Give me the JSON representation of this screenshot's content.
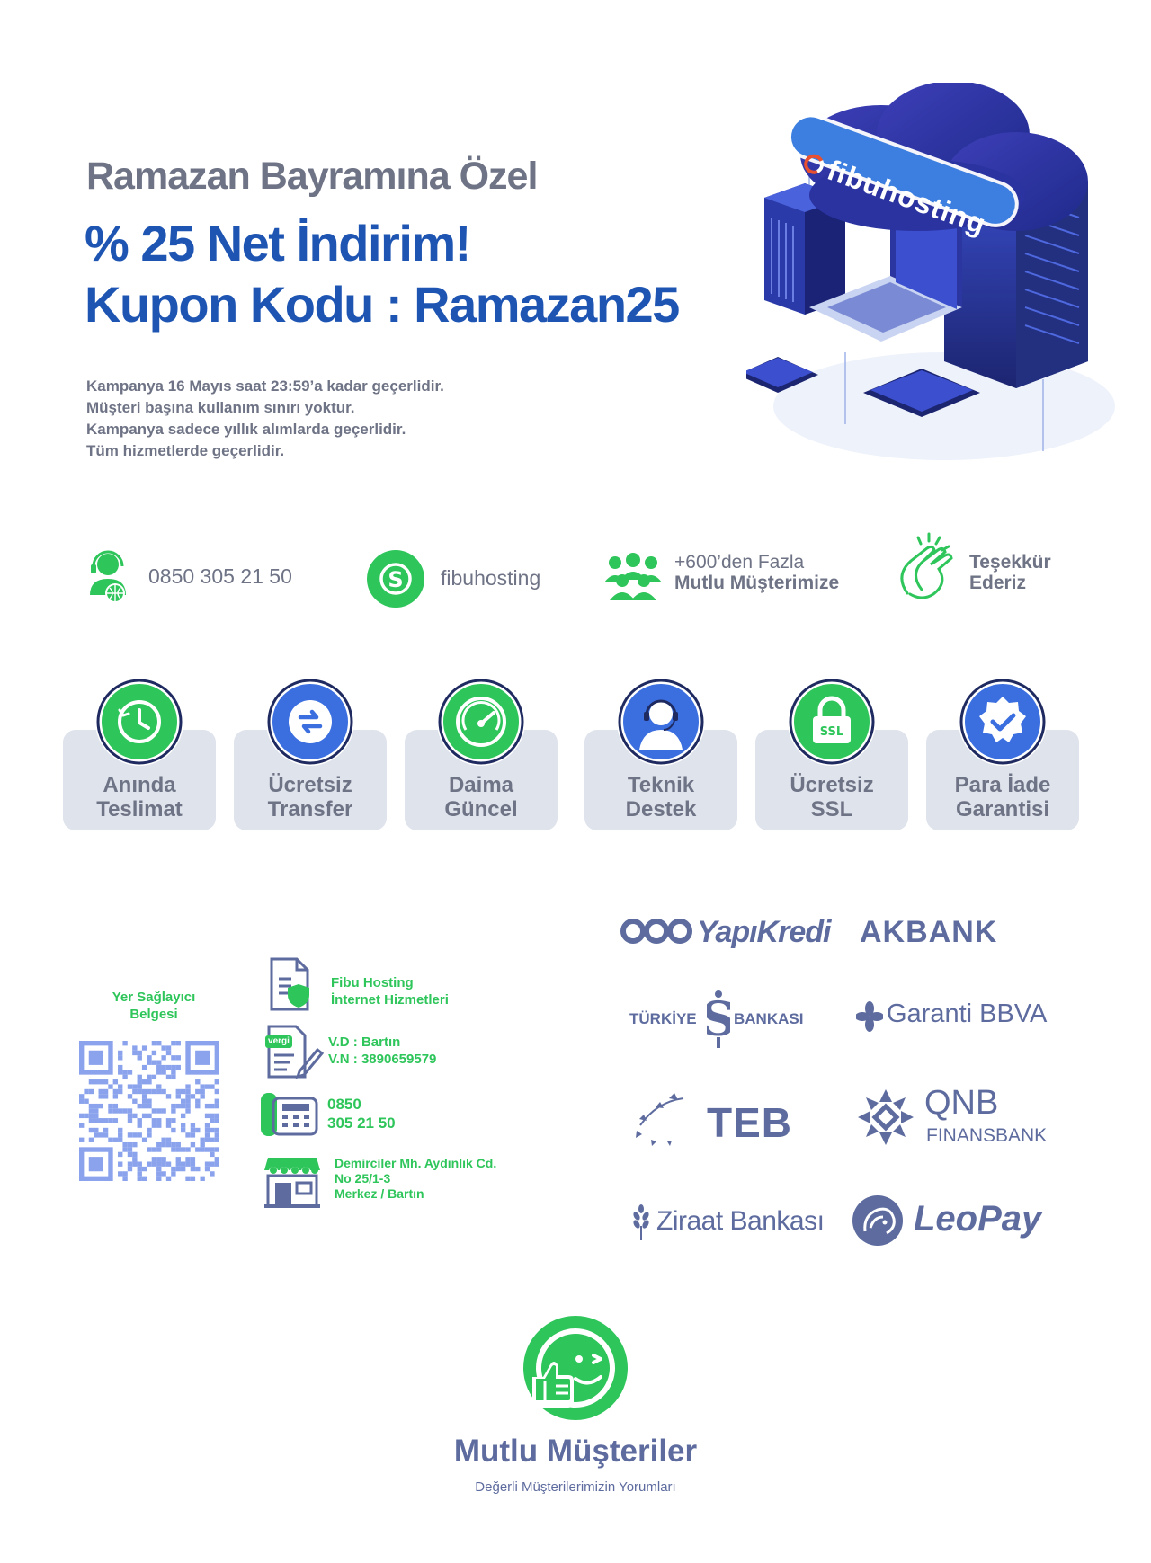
{
  "hero": {
    "subtitle": "Ramazan Bayramına Özel",
    "discount": "% 25  Net İndirim!",
    "coupon": "Kupon Kodu : Ramazan25"
  },
  "terms": [
    "Kampanya 16 Mayıs saat 23:59’a kadar geçerlidir.",
    "Müşteri başına kullanım sınırı yoktur.",
    "Kampanya sadece yıllık alımlarda geçerlidir.",
    "Tüm hizmetlerde geçerlidir."
  ],
  "brand": {
    "logo_text": "fibuhosting"
  },
  "contact": {
    "phone": "0850 305 21 50",
    "skype": "fibuhosting",
    "customers_line1": "+600’den Fazla",
    "customers_line2": "Mutlu Müşterimize",
    "thanks_line1": "Teşekkür",
    "thanks_line2": "Ederiz"
  },
  "features": [
    {
      "line1": "Anında",
      "line2": "Teslimat",
      "icon": "clock-icon"
    },
    {
      "line1": "Ücretsiz",
      "line2": "Transfer",
      "icon": "transfer-arrows-icon"
    },
    {
      "line1": "Daima",
      "line2": "Güncel",
      "icon": "speedometer-icon"
    },
    {
      "line1": "Teknik",
      "line2": "Destek",
      "icon": "support-agent-icon"
    },
    {
      "line1": "Ücretsiz",
      "line2": "SSL",
      "icon": "ssl-lock-icon"
    },
    {
      "line1": "Para İade",
      "line2": "Garantisi",
      "icon": "check-badge-icon"
    }
  ],
  "provider": {
    "line1": "Yer Sağlayıcı",
    "line2": "Belgesi"
  },
  "business": {
    "company_line1": "Fibu Hosting",
    "company_line2": "İnternet Hizmetleri",
    "vergi_badge": "vergi",
    "tax_office": "V.D : Bartın",
    "tax_number": "V.N : 3890659579",
    "phone_line1": "0850",
    "phone_line2": "305 21 50",
    "address_line1": "Demirciler Mh. Aydınlık Cd.",
    "address_line2": "No 25/1-3",
    "address_line3": "Merkez / Bartın"
  },
  "banks": {
    "yapikredi": "YapıKredi",
    "akbank": "AKBANK",
    "isbank_left": "TÜRKİYE",
    "isbank_right": "BANKASI",
    "garanti": "Garanti BBVA",
    "teb": "TEB",
    "qnb_line1": "QNB",
    "qnb_line2": "FINANSBANK",
    "ziraat": "Ziraat Bankası",
    "leopay": "LeoPay"
  },
  "footer": {
    "title": "Mutlu Müşteriler",
    "subtitle": "Değerli Müşterilerimizin Yorumları"
  },
  "colors": {
    "primary_blue": "#1e55b3",
    "gray_text": "#6e7385",
    "green": "#2ec55a",
    "bank_blue": "#5d6b9e",
    "card_bg": "#dfe3ec"
  }
}
